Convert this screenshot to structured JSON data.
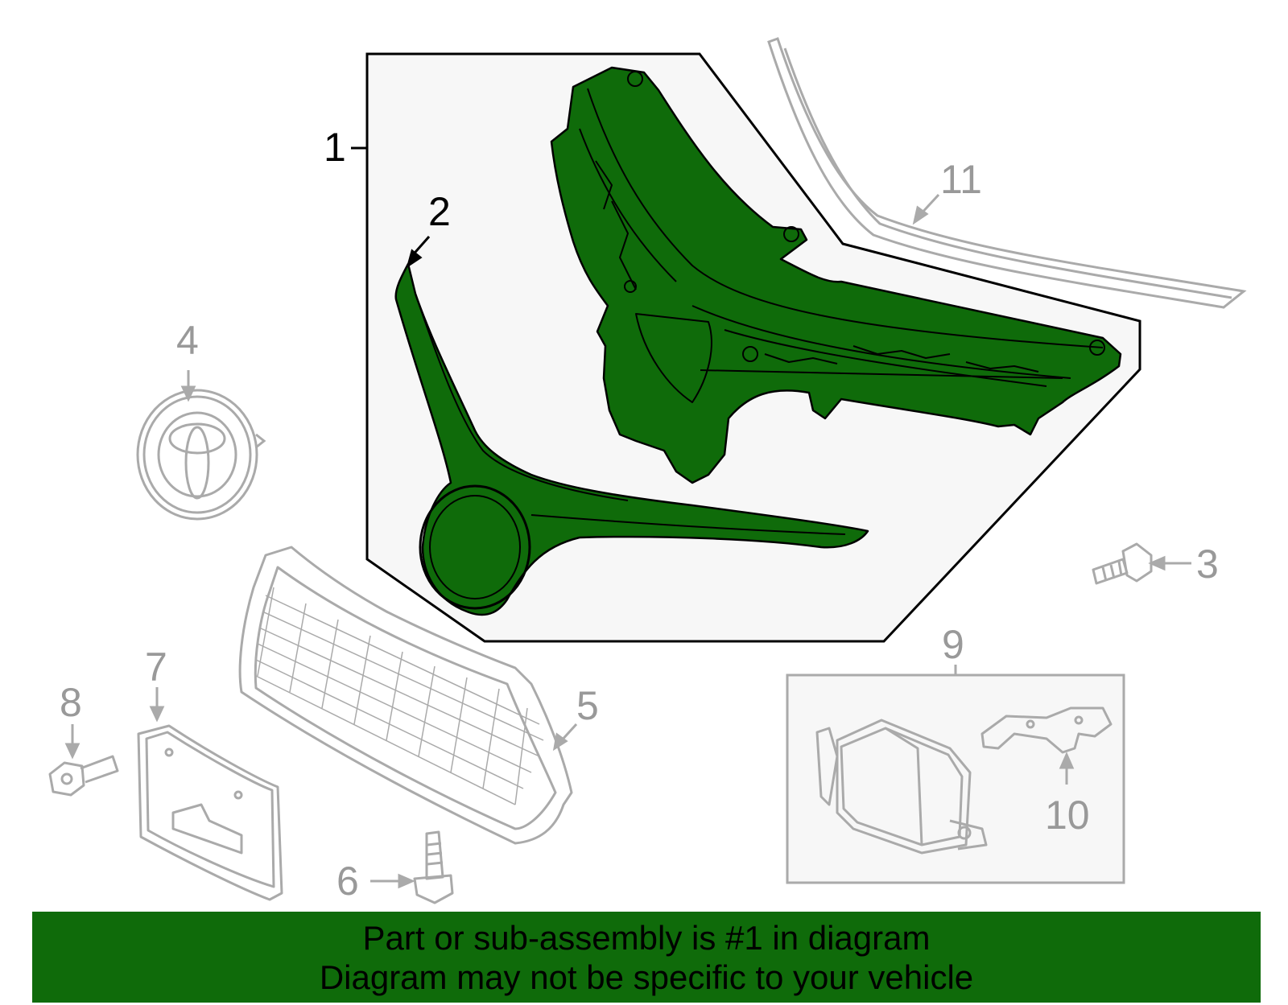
{
  "colors": {
    "highlight_fill": "#0f6b0a",
    "highlight_stroke": "#000000",
    "muted_stroke": "#aaaaaa",
    "panel_fill": "#f7f7f7",
    "banner_bg": "#0f6b0a",
    "banner_text": "#000000"
  },
  "callouts": {
    "c1": "1",
    "c2": "2",
    "c3": "3",
    "c4": "4",
    "c5": "5",
    "c6": "6",
    "c7": "7",
    "c8": "8",
    "c9": "9",
    "c10": "10",
    "c11": "11"
  },
  "banner": {
    "line1": "Part or sub-assembly is #1 in diagram",
    "line2": "Diagram may not be specific to your vehicle"
  }
}
